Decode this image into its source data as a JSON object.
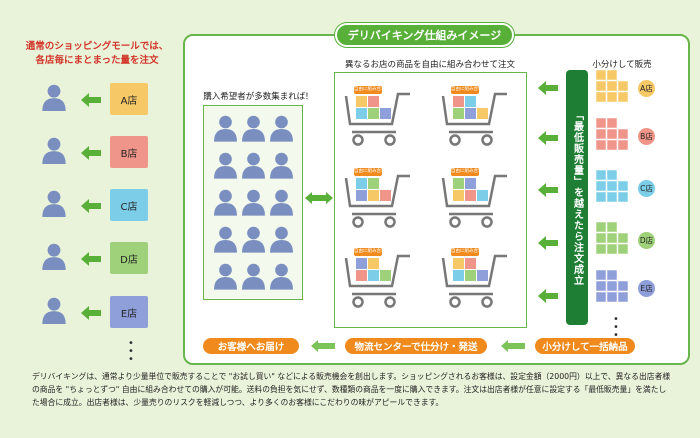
{
  "title": "デリバイキング仕組みイメージ",
  "left_heading": [
    "通常のショッピングモールでは、",
    "各店毎にまとまった量を注文"
  ],
  "stores": [
    {
      "label": "A店",
      "color": "#f6c866"
    },
    {
      "label": "B店",
      "color": "#f0958a"
    },
    {
      "label": "C店",
      "color": "#7ccde8"
    },
    {
      "label": "D店",
      "color": "#9fd17a"
    },
    {
      "label": "E店",
      "color": "#8f9fd9"
    }
  ],
  "buyers_label": "購入希望者が多数集まれば!",
  "carts_label": "異なるお店の商品を自由に組み合わせて注文",
  "cart_tag": "自由に組み合わせ",
  "sell_label": "小分けして販売",
  "vertical_bar": "「最低販売量」を越えたら注文成立",
  "flow": {
    "deliver": "お客様へお届け",
    "center": "物流センターで仕分け・発送",
    "bulk": "小分けして一括納品"
  },
  "description": "デリバイキングは、通常より少量単位で販売することで \"お試し買い\" などによる販売機会を創出します。ショッピングされるお客様は、設定金額（2000円）以上で、異なる出店者様の商品を \"ちょっとずつ\" 自由に組み合わせての購入が可能。送料の負担を気にせず、数種類の商品を一度に購入できます。注文は出店者様が任意に設定する「最低販売量」を満たした場合に成立。出店者様は、少量売りのリスクを軽減しつつ、より多くのお客様にこだわりの味がアピールできます。"
}
